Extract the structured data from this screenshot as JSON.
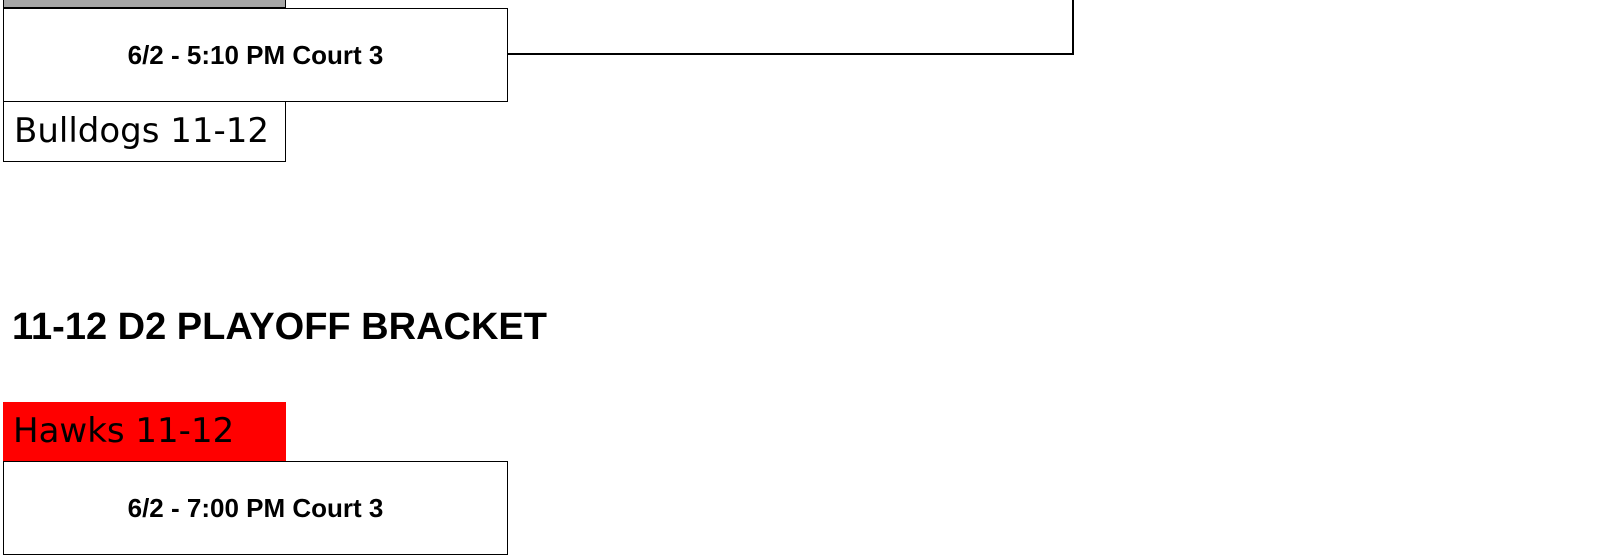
{
  "top_bracket": {
    "match_label": "6/2 - 5:10 PM Court 3",
    "bottom_team": "Bulldogs 11-12"
  },
  "d2_bracket": {
    "title": "11-12 D2 PLAYOFF BRACKET",
    "top_team": "Hawks 11-12",
    "match_label": "6/2 - 7:00 PM Court 3"
  },
  "colors": {
    "highlight_red": "#ff0000",
    "seed_gray": "#a6a6a6"
  }
}
